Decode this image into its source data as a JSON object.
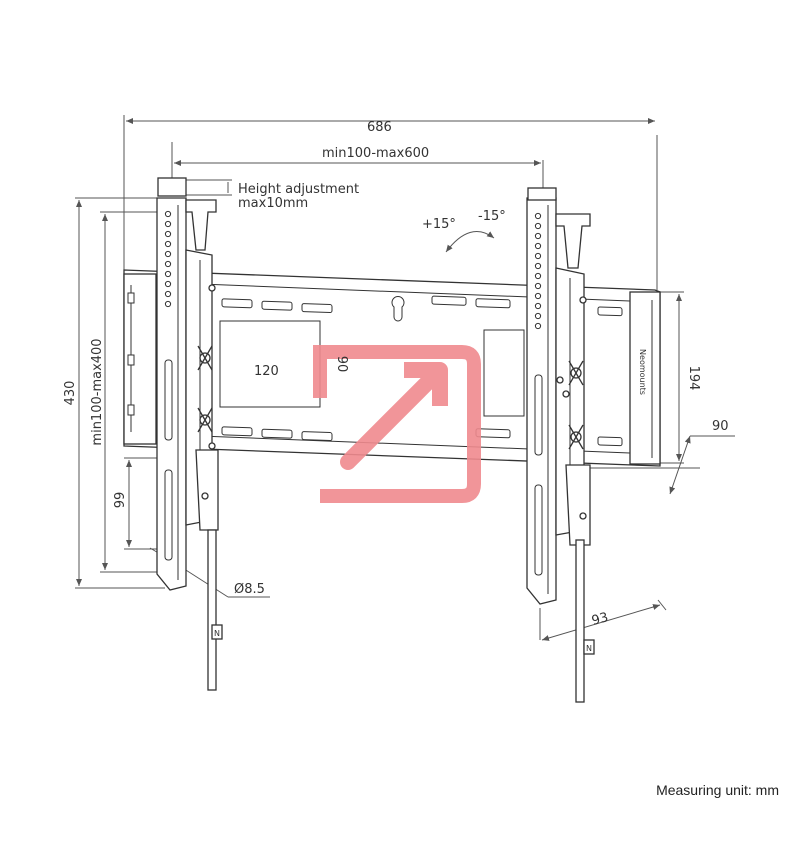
{
  "dimensions": {
    "overall_width": "686",
    "hole_spacing_width": "min100-max600",
    "height_adjustment": "Height adjustment",
    "height_adjustment_max": "max10mm",
    "tilt_up": "+15°",
    "tilt_down": "-15°",
    "overall_height": "430",
    "hole_spacing_height": "min100-max400",
    "cutout_width": "120",
    "cutout_height": "90",
    "plate_height": "194",
    "wall_depth": "90",
    "lower_spacing": "99",
    "hole_diameter": "Ø8.5",
    "arm_depth": "93"
  },
  "brand": {
    "plate_label": "Neomounts",
    "logo_letter": "N"
  },
  "footer": {
    "unit_note": "Measuring unit: mm"
  },
  "colors": {
    "line": "#333333",
    "watermark": "#f08a8e"
  }
}
